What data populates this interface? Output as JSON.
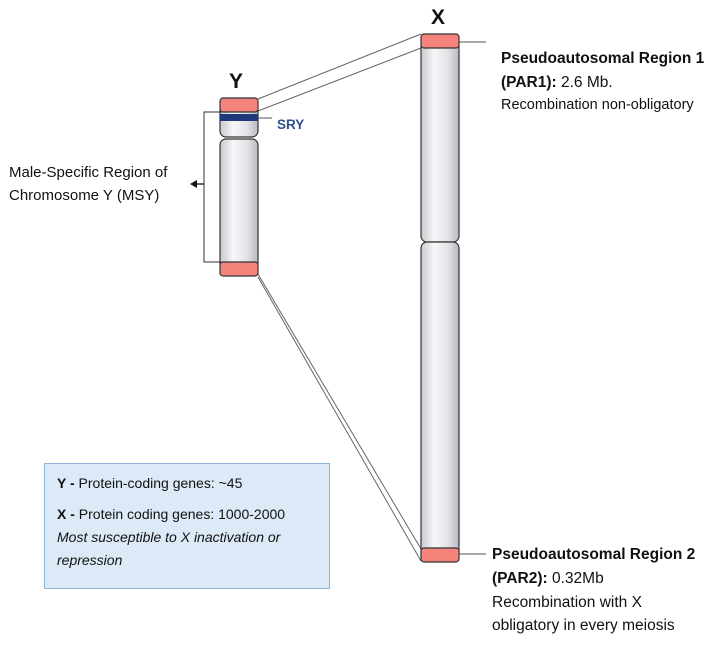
{
  "labels": {
    "y_chromosome": "Y",
    "x_chromosome": "X",
    "sry": "SRY",
    "msy_line1": "Male-Specific Region of",
    "msy_line2": "Chromosome Y (MSY)"
  },
  "par1": {
    "title": "Pseudoautosomal Region 1",
    "abbr": "(PAR1):",
    "size": "2.6 Mb.",
    "note": "Recombination non-obligatory"
  },
  "par2": {
    "title": "Pseudoautosomal Region 2",
    "abbr": "(PAR2):",
    "size": "0.32Mb",
    "note_line1": "Recombination with X",
    "note_line2": "obligatory in every meiosis"
  },
  "info": {
    "y_label": "Y -",
    "y_text": "Protein-coding genes: ~45",
    "x_label": "X -",
    "x_text": "Protein coding genes: 1000-2000",
    "x_note_line1": "Most susceptible to X inactivation or",
    "x_note_line2": "repression"
  },
  "colors": {
    "par": "#f4837b",
    "sry_band": "#1f3a7a",
    "chromosome_body": "#e4e4e8",
    "outline": "#333333",
    "info_fill": "#dce9f6",
    "info_border": "#8fb3d9"
  }
}
